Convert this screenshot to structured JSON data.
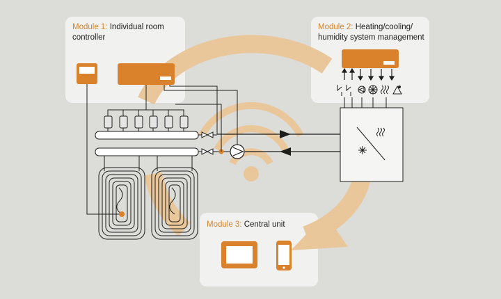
{
  "colors": {
    "background": "#dcdcd9",
    "card": "#f1f1ef",
    "accent": "#d9822b",
    "arrow": "#e9c79b",
    "line": "#1d1d1b",
    "pipe": "#ffffff"
  },
  "module1": {
    "prefix": "Module 1:",
    "title_line1": "Individual room",
    "title_line2": "controller"
  },
  "module2": {
    "prefix": "Module 2:",
    "title_line1": "Heating/cooling/",
    "title_line2": "humidity system management"
  },
  "module3": {
    "prefix": "Module 3:",
    "title": "Central unit"
  },
  "icons": [
    "wall-thermostat-icon",
    "controller-unit-icon",
    "relay-switch-icon",
    "pump-icon",
    "fan-icon",
    "heat-waves-icon",
    "dehumidifier-icon",
    "snowflake-icon",
    "wifi-icon",
    "central-display-icon",
    "smartphone-icon",
    "valve-icon",
    "floor-heating-loop-icon"
  ]
}
